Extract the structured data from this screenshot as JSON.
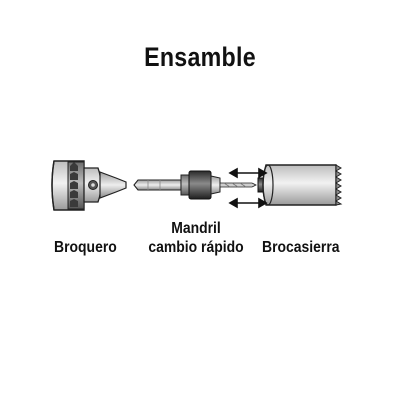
{
  "title": "Ensamble",
  "labels": {
    "broquero": "Broquero",
    "mandril_line1": "Mandril",
    "mandril_line2": "cambio rápido",
    "brocasierra": "Brocasierra"
  },
  "colors": {
    "metal_light": "#d9d9d9",
    "metal_mid": "#a9a9a9",
    "metal_dark": "#4a4a4a",
    "outline": "#222222",
    "background": "#ffffff"
  }
}
